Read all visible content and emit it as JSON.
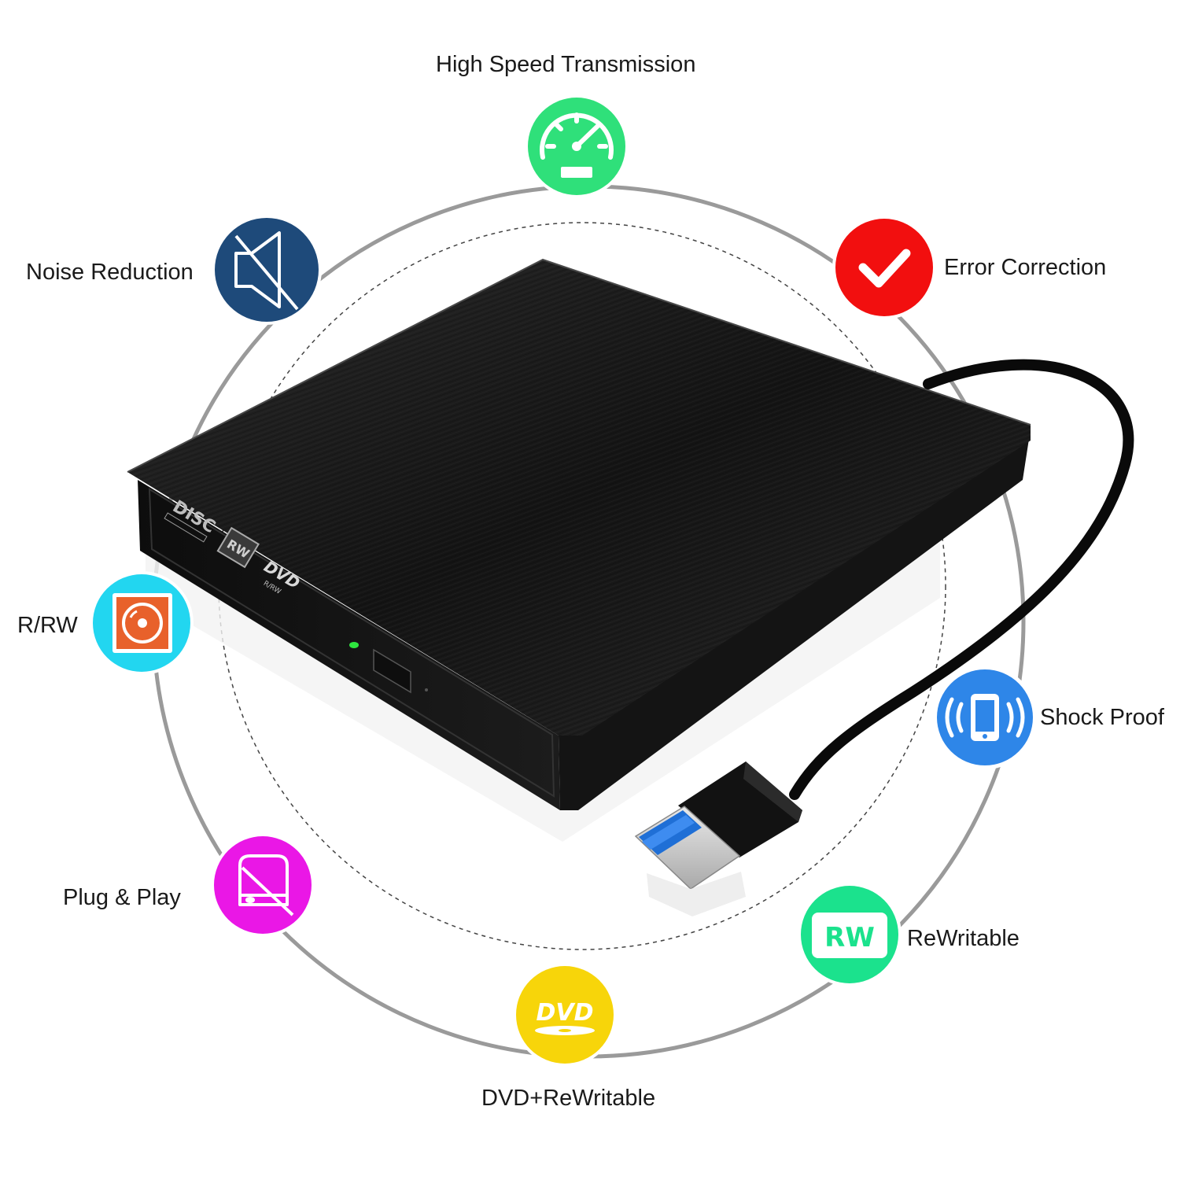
{
  "colors": {
    "high_speed": "#2fe07a",
    "error_correction": "#f20f0f",
    "shock_proof": "#2e86e8",
    "rewritable": "#1be28d",
    "dvd_rewritable": "#f7d50a",
    "plug_play": "#ea17e6",
    "rrw": "#22d6f0",
    "noise_reduction": "#1e4a7a",
    "ring": "#9a9a9a"
  },
  "features": {
    "high_speed": {
      "label": "High Speed Transmission",
      "icon": "speedometer-icon"
    },
    "error_correction": {
      "label": "Error Correction",
      "icon": "checkmark-icon"
    },
    "shock_proof": {
      "label": "Shock Proof",
      "icon": "vibrating-phone-icon"
    },
    "rewritable": {
      "label": "ReWritable",
      "icon": "rw-icon"
    },
    "dvd_rewritable": {
      "label": "DVD+ReWritable",
      "icon": "dvd-icon"
    },
    "plug_play": {
      "label": "Plug & Play",
      "icon": "drive-tray-icon"
    },
    "rrw": {
      "label": "R/RW",
      "icon": "disc-icon"
    },
    "noise_reduction": {
      "label": "Noise Reduction",
      "icon": "muted-speaker-icon"
    }
  },
  "product": {
    "front_logos": [
      "DISC",
      "RW",
      "DVD",
      "R/RW"
    ]
  }
}
